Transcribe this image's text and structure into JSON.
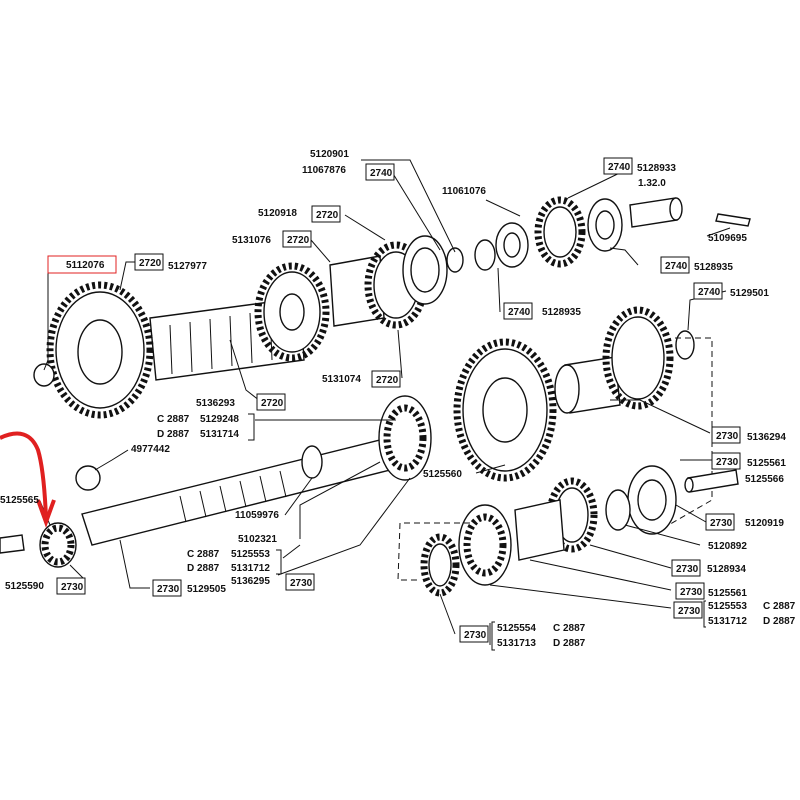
{
  "labels": {
    "l5112076": "5112076",
    "b2720_a": "2720",
    "l5127977": "5127977",
    "l5120918": "5120918",
    "b2720_b": "2720",
    "l5131076": "5131076",
    "b2720_c": "2720",
    "l5120901": "5120901",
    "l11067876": "11067876",
    "b2740_a": "2740",
    "l11061076": "11061076",
    "b2740_b": "2740",
    "l5128933": "5128933",
    "l1320": "1.32.0",
    "l5109695": "5109695",
    "b2740_c": "2740",
    "l5128935_a": "5128935",
    "b2740_d": "2740",
    "l5128935_b": "5128935",
    "b2740_e": "2740",
    "l5129501": "5129501",
    "l5136293": "5136293",
    "b2720_d": "2720",
    "l5131074": "5131074",
    "b2720_e": "2720",
    "c2887_a": "C 2887",
    "l5129248": "5129248",
    "d2887_a": "D 2887",
    "l5131714": "5131714",
    "b2730_a": "2730",
    "l5136294": "5136294",
    "b2730_b": "2730",
    "l5125561_a": "5125561",
    "l5125566": "5125566",
    "l4977442": "4977442",
    "l5125560": "5125560",
    "l5125565": "5125565",
    "l11059976": "11059976",
    "b2730_c": "2730",
    "l5120919": "5120919",
    "l5120892": "5120892",
    "l5102321": "5102321",
    "c2887_b": "C 2887",
    "l5125553_a": "5125553",
    "d2887_b": "D 2887",
    "l5131712_a": "5131712",
    "l5136295": "5136295",
    "b2730_d": "2730",
    "b2730_e": "2730",
    "l5128934": "5128934",
    "b2730_f": "2730",
    "l5125561_b": "5125561",
    "b2730_g": "2730",
    "l5125553_b": "5125553",
    "c2887_c": "C 2887",
    "l5131712_b": "5131712",
    "d2887_c": "D 2887",
    "l5125590": "5125590",
    "b2730_h": "2730",
    "b2730_i": "2730",
    "l5129505": "5129505",
    "b2730_j": "2730",
    "l5125554": "5125554",
    "c2887_d": "C 2887",
    "l5131713": "5131713",
    "d2887_d": "D 2887"
  },
  "colors": {
    "highlight": "#e02020",
    "ink": "#111111"
  }
}
